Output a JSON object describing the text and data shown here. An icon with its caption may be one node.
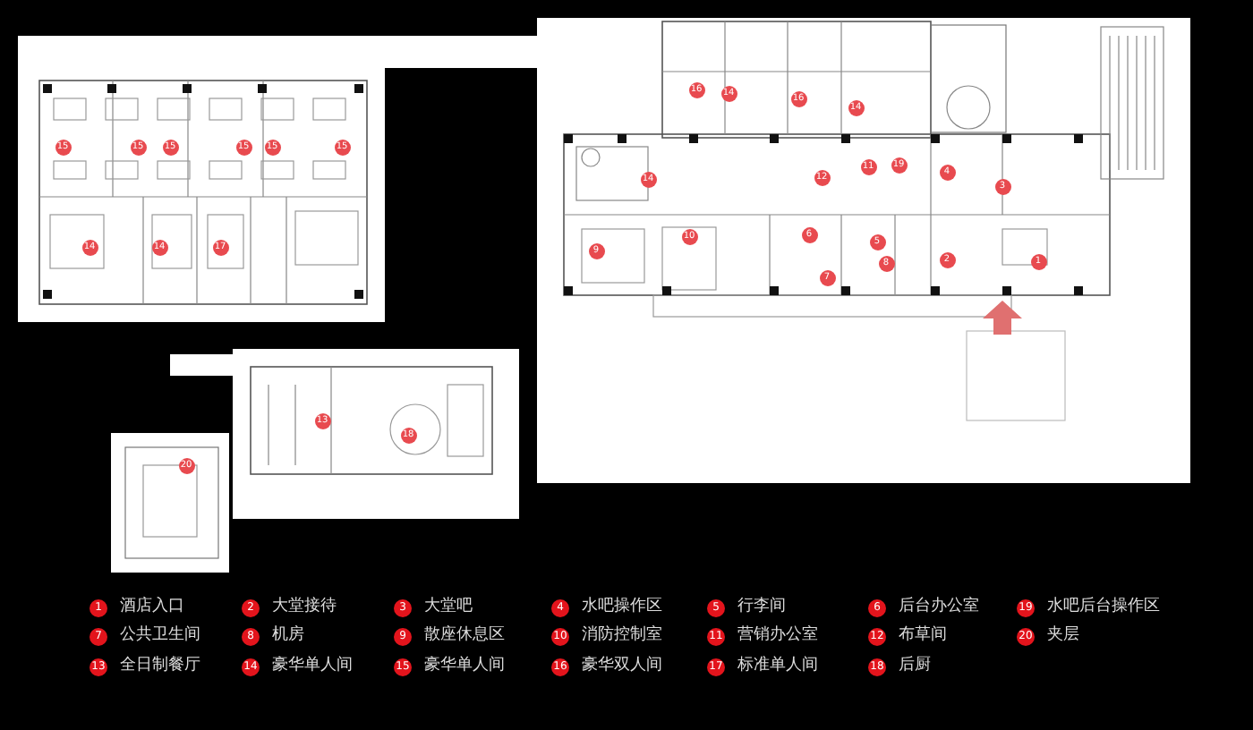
{
  "diagram": {
    "labels": [
      "16",
      "14",
      "16",
      "14",
      "15",
      "15",
      "15",
      "15",
      "15",
      "15",
      "14",
      "12",
      "11",
      "19",
      "4",
      "3",
      "10",
      "6",
      "5",
      "9",
      "8",
      "2",
      "1",
      "14",
      "14",
      "17",
      "7",
      "13",
      "18",
      "20",
      "1",
      "2",
      "3",
      "4",
      "5",
      "6",
      "19",
      "7",
      "8",
      "9",
      "10",
      "11",
      "12",
      "20",
      "13",
      "14",
      "15",
      "16",
      "17",
      "18"
    ],
    "legend": [
      {
        "text": "酒店入口",
        "color": "#e3141c"
      },
      {
        "text": "大堂接待",
        "color": "#e3141c"
      },
      {
        "text": "大堂吧",
        "color": "#e3141c"
      },
      {
        "text": "水吧操作区",
        "color": "#e3141c"
      },
      {
        "text": "行李间",
        "color": "#e3141c"
      },
      {
        "text": "后台办公室",
        "color": "#e3141c"
      },
      {
        "text": "水吧后台操作区",
        "color": "#e3141c"
      },
      {
        "text": "公共卫生间",
        "color": "#e3141c"
      },
      {
        "text": "机房",
        "color": "#e3141c"
      },
      {
        "text": "散座休息区",
        "color": "#e3141c"
      },
      {
        "text": "消防控制室",
        "color": "#e3141c"
      },
      {
        "text": "营销办公室",
        "color": "#e3141c"
      },
      {
        "text": "布草间",
        "color": "#e3141c"
      },
      {
        "text": "夹层",
        "color": "#e3141c"
      },
      {
        "text": "全日制餐厅",
        "color": "#e3141c"
      },
      {
        "text": "豪华单人间",
        "color": "#e3141c"
      },
      {
        "text": "豪华单人间",
        "color": "#e3141c"
      },
      {
        "text": "豪华双人间",
        "color": "#e3141c"
      },
      {
        "text": "标准单人间",
        "color": "#e3141c"
      },
      {
        "text": "后厨",
        "color": "#e3141c"
      }
    ]
  }
}
